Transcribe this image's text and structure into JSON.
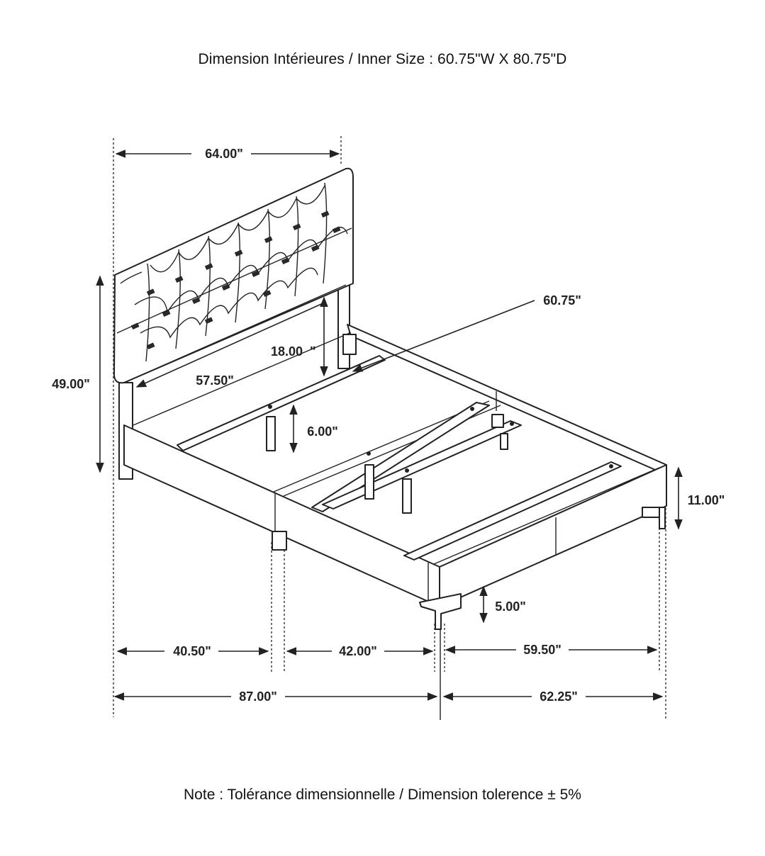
{
  "header": {
    "inner_size": "Dimension Intérieures / Inner Size : 60.75\"W X 80.75\"D"
  },
  "footer": {
    "note": "Note : Tolérance dimensionnelle / Dimension tolerence  ± 5%"
  },
  "dimensions": {
    "headboard_width": "64.00\"",
    "total_height": "49.00\"",
    "headboard_clearance": "18.00  \"",
    "headboard_inner_width": "57.50\"",
    "slat_width": "60.75\"",
    "slat_leg_height": "6.00\"",
    "rail_height": "11.00\"",
    "floor_clearance": "5.00\"",
    "length_segment_a": "40.50\"",
    "length_segment_b": "42.00\"",
    "width_inner": "59.50\"",
    "total_length": "87.00\"",
    "total_width": "62.25\""
  }
}
